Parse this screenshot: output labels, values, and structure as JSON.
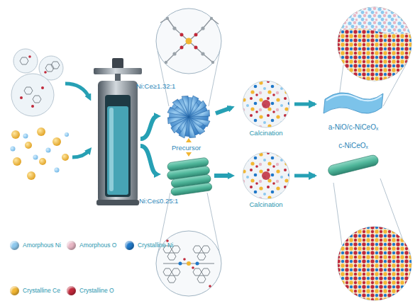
{
  "diagram": {
    "nodes": [
      {
        "text": [
          "Calcination"
        ]
      },
      {
        "text": [
          "a-NiO/c-NiCeOₓ"
        ]
      },
      {
        "text": [
          "Calcination"
        ]
      },
      {
        "text": [
          "c-NiCeOₓ"
        ]
      }
    ],
    "edges": [
      {
        "from": 0,
        "to": 1,
        "arrow": "to"
      },
      {
        "from": 2,
        "to": 3,
        "arrow": "to"
      }
    ],
    "labels": [
      "Ni:Ce≥1.32:1",
      "Ni:Ce≤0.25:1",
      "Precursor"
    ],
    "legend": [
      {
        "text": "Amorphous Ni",
        "color": "#8ec9ee"
      },
      {
        "text": "Amorphous O",
        "color": "#e8b7c5"
      },
      {
        "text": "Crystalline Ni",
        "color": "#1f78c8"
      },
      {
        "text": "Crystalline Ce",
        "color": "#f2b632"
      },
      {
        "text": "Crystalline O",
        "color": "#c0283a"
      }
    ]
  }
}
